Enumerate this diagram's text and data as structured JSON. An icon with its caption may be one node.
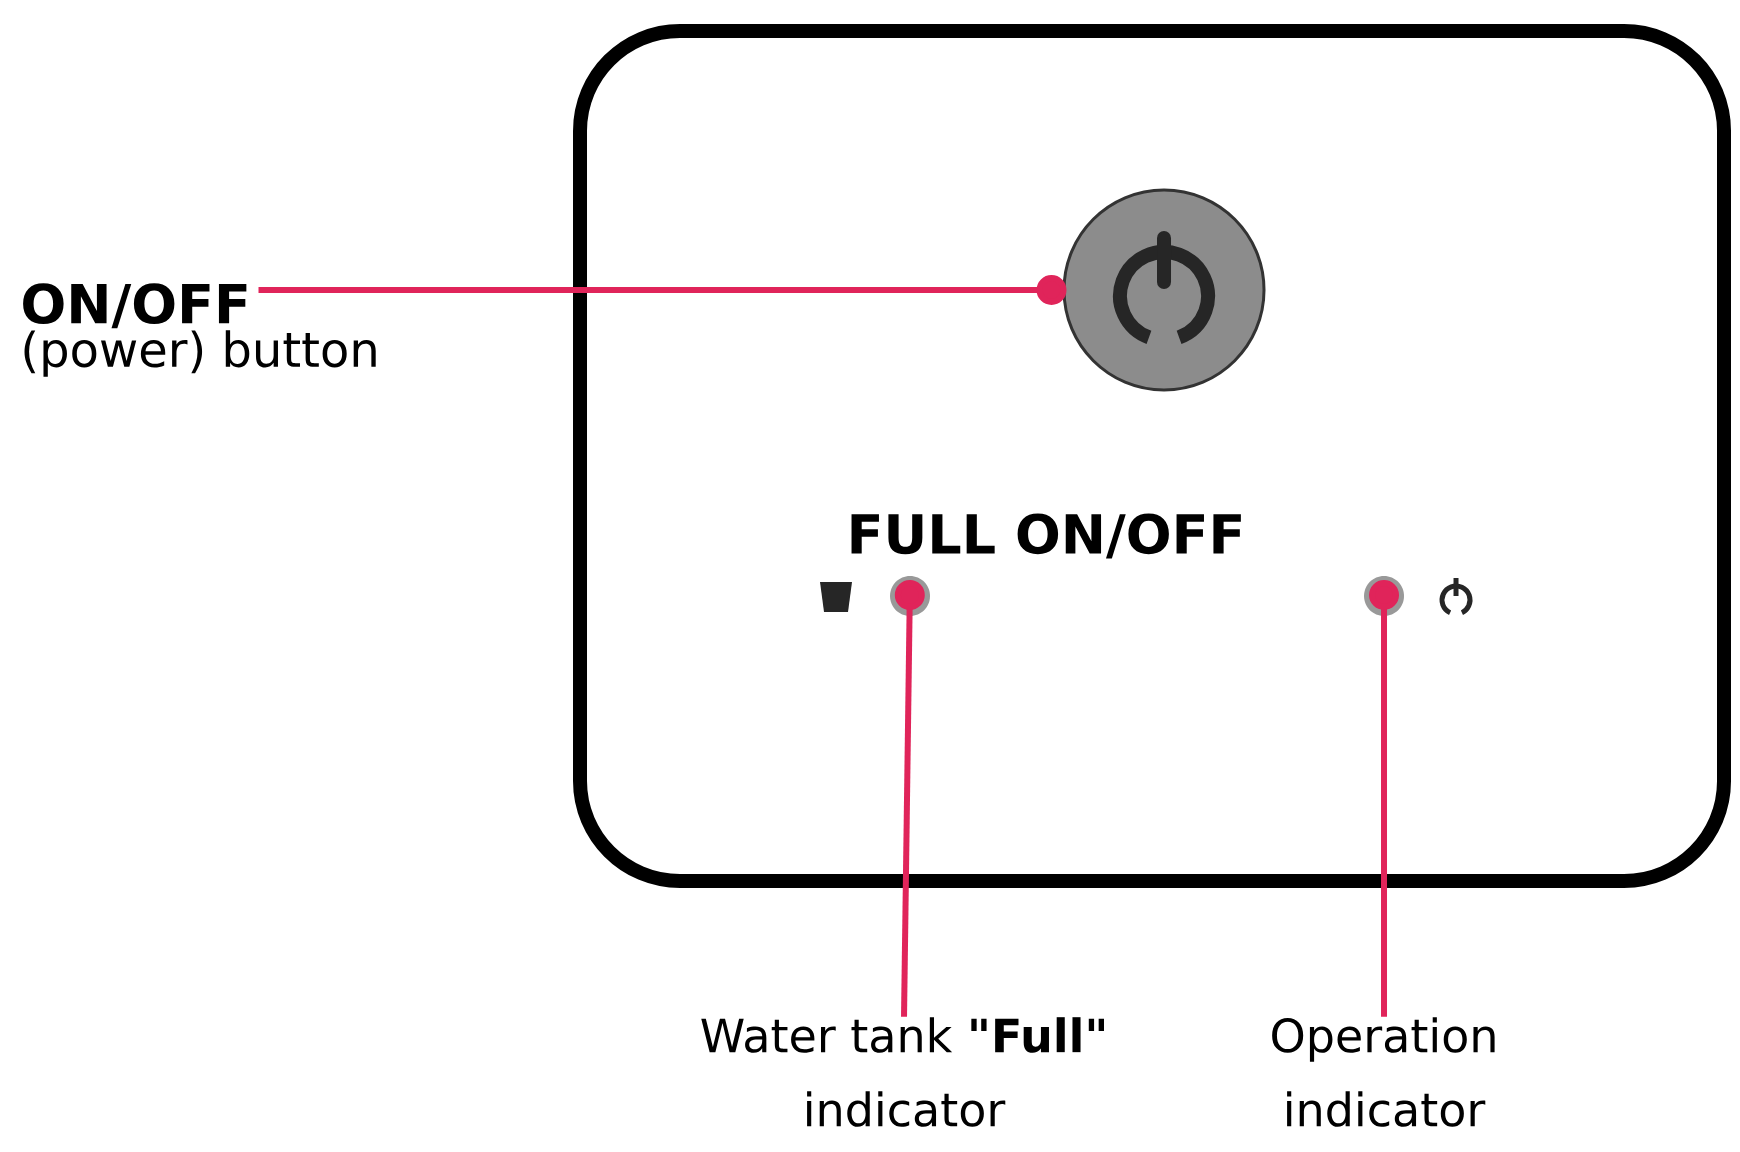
{
  "diagram": {
    "nodes": [
      {
        "text": [],
        "shape": "box"
      },
      {
        "text": [
          "ON/OFF",
          "(power) button"
        ]
      },
      {
        "text": [],
        "shape": "circle",
        "in": 0
      },
      {
        "text": [
          "Water tank **\"Full\"** indicator"
        ]
      },
      {
        "text": [],
        "shape": "circle",
        "in": 0
      },
      {
        "text": [
          "Operation indicator"
        ]
      },
      {
        "text": [],
        "shape": "circle",
        "in": 0
      }
    ],
    "edges": [
      {
        "from": 1,
        "to": 2,
        "arrow": "other"
      },
      {
        "from": 3,
        "to": 4,
        "arrow": "other"
      },
      {
        "from": 5,
        "to": 6,
        "arrow": "other"
      }
    ],
    "labels": [
      "FULL ON/OFF"
    ]
  }
}
